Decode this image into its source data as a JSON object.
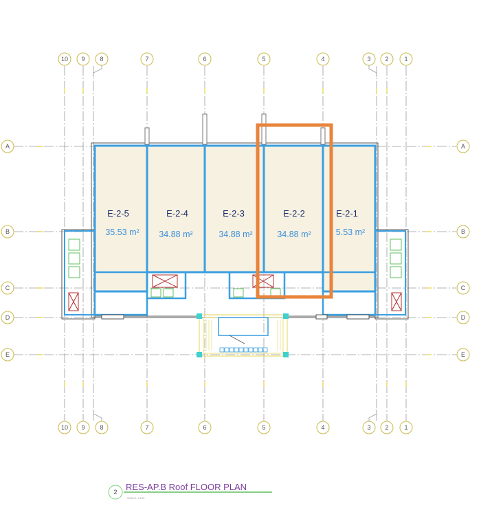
{
  "plan": {
    "grid_columns": [
      "10",
      "9",
      "8",
      "7",
      "6",
      "5",
      "4",
      "3",
      "2",
      "1"
    ],
    "grid_rows": [
      "A",
      "B",
      "C",
      "D",
      "E"
    ],
    "units": [
      {
        "name": "E-2-5",
        "area": "35.53 m²"
      },
      {
        "name": "E-2-4",
        "area": "34.88 m²"
      },
      {
        "name": "E-2-3",
        "area": "34.88 m²"
      },
      {
        "name": "E-2-2",
        "area": "34.88 m²"
      },
      {
        "name": "E-2-1",
        "area": "5.53 m²"
      }
    ],
    "highlighted_unit": "E-2-2",
    "highlight_color": "#e8843c",
    "wall_color": "#3b9fe0",
    "unit_fill_color": "#f7f1e2"
  },
  "title_block": {
    "drawing_number": "2",
    "title": "RES-AP.B Roof FLOOR PLAN",
    "scale": "SCALE: 1:100"
  }
}
